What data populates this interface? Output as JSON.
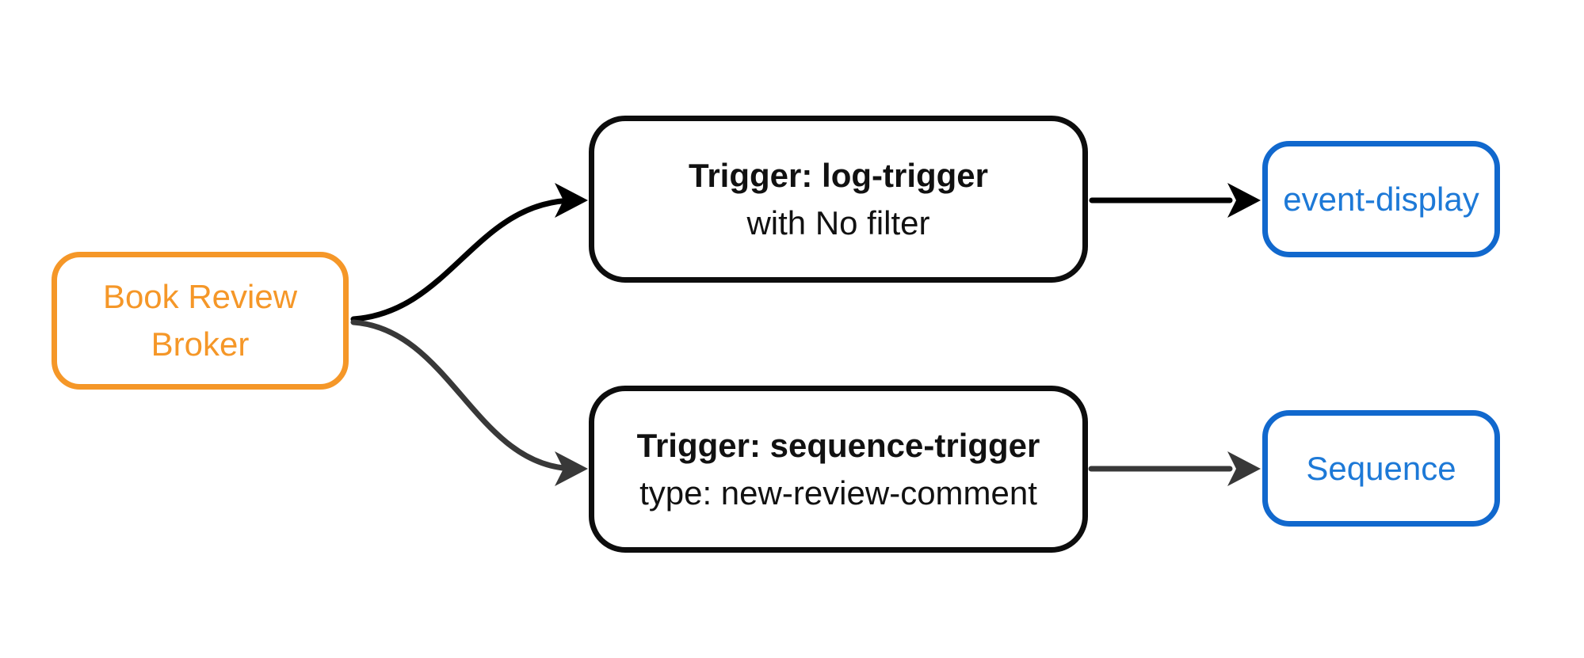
{
  "diagram": {
    "type": "flowchart",
    "direction": "left-to-right",
    "nodes": {
      "broker": {
        "label": "Book Review Broker",
        "line1": "Book Review",
        "line2": "Broker"
      },
      "trigger_log": {
        "title": "Trigger: log-trigger",
        "subtitle": "with No filter"
      },
      "trigger_sequence": {
        "title": "Trigger: sequence-trigger",
        "subtitle": "type: new-review-comment"
      },
      "event_display": {
        "label": "event-display"
      },
      "sequence": {
        "label": "Sequence"
      }
    },
    "edges": [
      {
        "from": "Book Review Broker",
        "to": "Trigger: log-trigger"
      },
      {
        "from": "Book Review Broker",
        "to": "Trigger: sequence-trigger"
      },
      {
        "from": "Trigger: log-trigger",
        "to": "event-display"
      },
      {
        "from": "Trigger: sequence-trigger",
        "to": "Sequence"
      }
    ],
    "colors": {
      "background": "#ffffff",
      "broker_border": "#f59728",
      "broker_text": "#f59728",
      "trigger_border": "#0d0d0d",
      "trigger_text": "#111111",
      "sink_border": "#1168cd",
      "sink_text": "#1d79d7",
      "edge_top": "#000000",
      "edge_bottom": "#383838"
    }
  }
}
